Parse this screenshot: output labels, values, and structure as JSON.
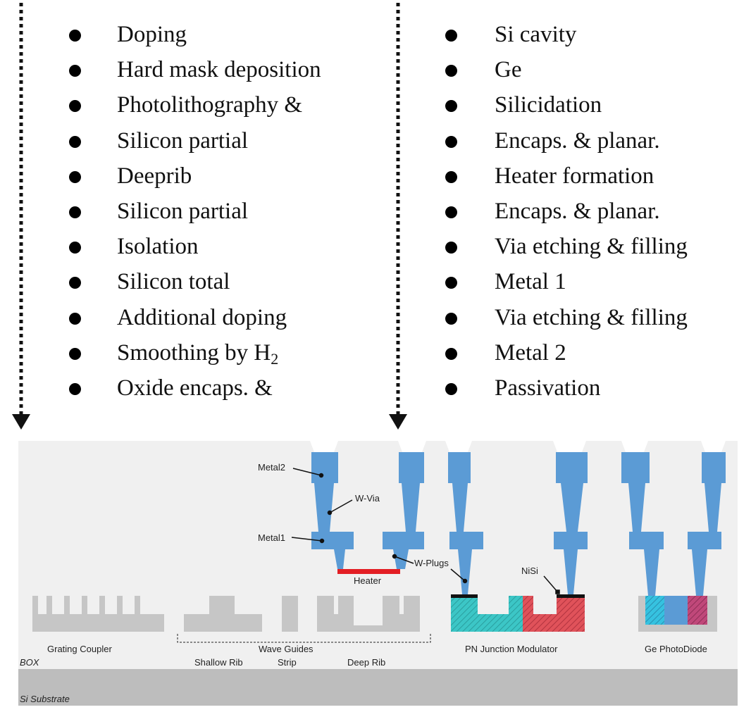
{
  "steps_left": [
    {
      "text": "Doping"
    },
    {
      "text": "Hard mask deposition"
    },
    {
      "text": "Photolithography &"
    },
    {
      "text": "Silicon partial"
    },
    {
      "text": "Deeprib"
    },
    {
      "text": "Silicon partial"
    },
    {
      "text": "Isolation"
    },
    {
      "text": "Silicon total"
    },
    {
      "text": "Additional doping"
    },
    {
      "text": "Smoothing by H",
      "sub": "2"
    },
    {
      "text": "Oxide encaps. &"
    }
  ],
  "steps_right": [
    {
      "text": "Si cavity"
    },
    {
      "text": "Ge"
    },
    {
      "text": "Silicidation"
    },
    {
      "text": "Encaps. & planar."
    },
    {
      "text": "Heater formation"
    },
    {
      "text": "Encaps. & planar."
    },
    {
      "text": "Via etching & filling"
    },
    {
      "text": "Metal 1"
    },
    {
      "text": "Via etching & filling"
    },
    {
      "text": "Metal 2"
    },
    {
      "text": "Passivation"
    }
  ],
  "labels": {
    "metal2": "Metal2",
    "w_via": "W-Via",
    "metal1": "Metal1",
    "w_plugs": "W-Plugs",
    "heater": "Heater",
    "nisi": "NiSi",
    "grating_coupler": "Grating Coupler",
    "wave_guides": "Wave Guides",
    "shallow_rib": "Shallow Rib",
    "strip": "Strip",
    "deep_rib": "Deep Rib",
    "pn_modulator": "PN Junction Modulator",
    "ge_photodiode": "Ge PhotoDiode",
    "box": "BOX",
    "si_substrate": "Si Substrate"
  },
  "colors": {
    "metal": "#5b9bd5",
    "oxide": "#f0f0f0",
    "silicon": "#c6c6c6",
    "substrate": "#bdbdbd",
    "heater": "#e31e24",
    "n_region": "#3cc6c6",
    "p_region": "#e0525a",
    "contact": "#111111"
  }
}
